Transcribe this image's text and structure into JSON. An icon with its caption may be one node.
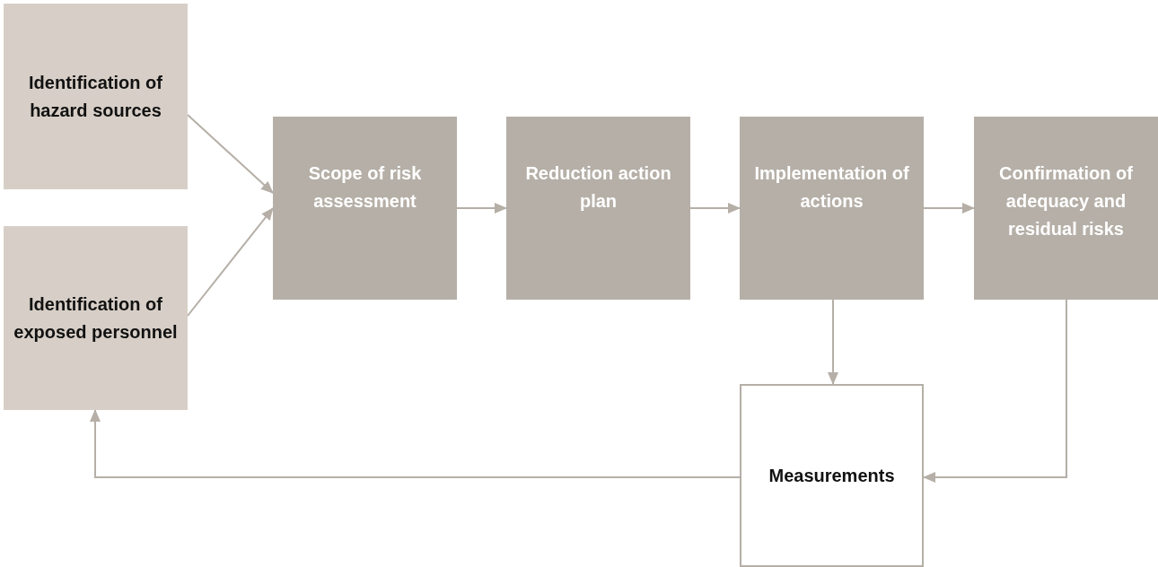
{
  "diagram": {
    "nodes": [
      {
        "text": [
          "Identification of hazard sources"
        ]
      },
      {
        "text": [
          "Identification of exposed personnel"
        ]
      },
      {
        "text": [
          "Scope of risk assessment"
        ]
      },
      {
        "text": [
          "Reduction action plan"
        ]
      },
      {
        "text": [
          "Implementation of actions"
        ]
      },
      {
        "text": [
          "Confirmation of adequacy and residual risks"
        ]
      },
      {
        "text": [
          "Measurements"
        ]
      }
    ],
    "edges": [
      {
        "from": 0,
        "to": 2,
        "arrow": "to"
      },
      {
        "from": 1,
        "to": 2,
        "arrow": "to"
      },
      {
        "from": 2,
        "to": 3,
        "arrow": "to"
      },
      {
        "from": 3,
        "to": 4,
        "arrow": "to"
      },
      {
        "from": 4,
        "to": 5,
        "arrow": "to"
      },
      {
        "from": 4,
        "to": 6,
        "arrow": "to"
      },
      {
        "from": 5,
        "to": 6,
        "arrow": "to"
      },
      {
        "from": 6,
        "to": 1,
        "arrow": "to"
      }
    ]
  }
}
